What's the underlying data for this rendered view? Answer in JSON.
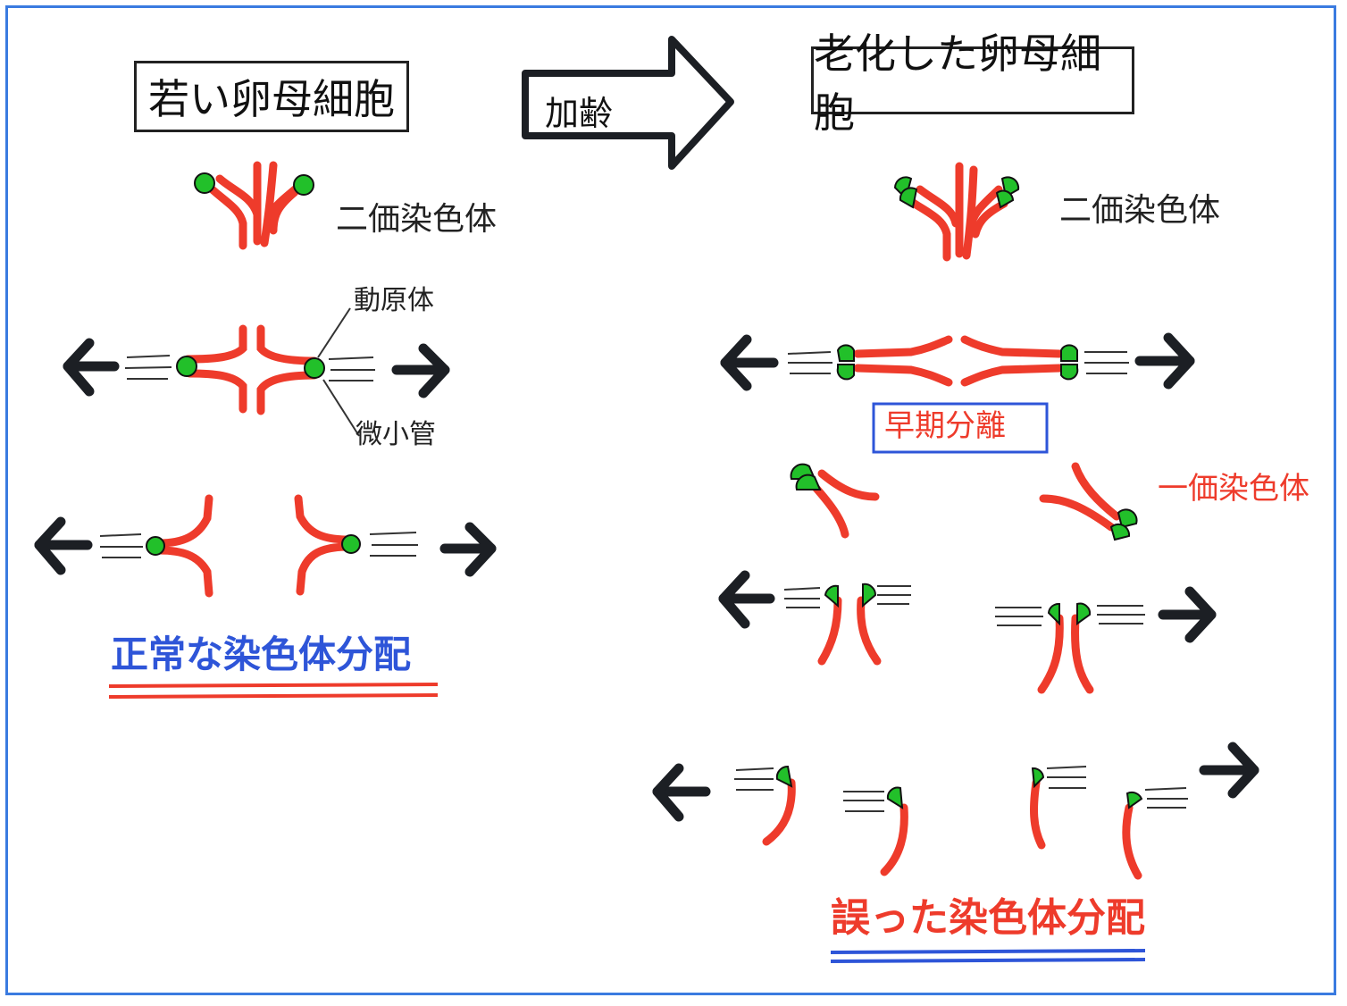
{
  "titles": {
    "young": "若い卵母細胞",
    "aging": "加齢",
    "aged": "老化した卵母細胞"
  },
  "labels": {
    "bivalent_left": "二価染色体",
    "bivalent_right": "二価染色体",
    "kinetochore": "動原体",
    "microtubule": "微小管",
    "premature": "早期分離",
    "univalent": "一価染色体",
    "normal": "正常な染色体分配",
    "error": "誤った染色体分配"
  },
  "colors": {
    "chromosome": "#ee3b2b",
    "kinetochore": "#22c02a",
    "ink": "#1c1f24",
    "blue": "#2e55d8",
    "frame": "#3a7be0"
  }
}
